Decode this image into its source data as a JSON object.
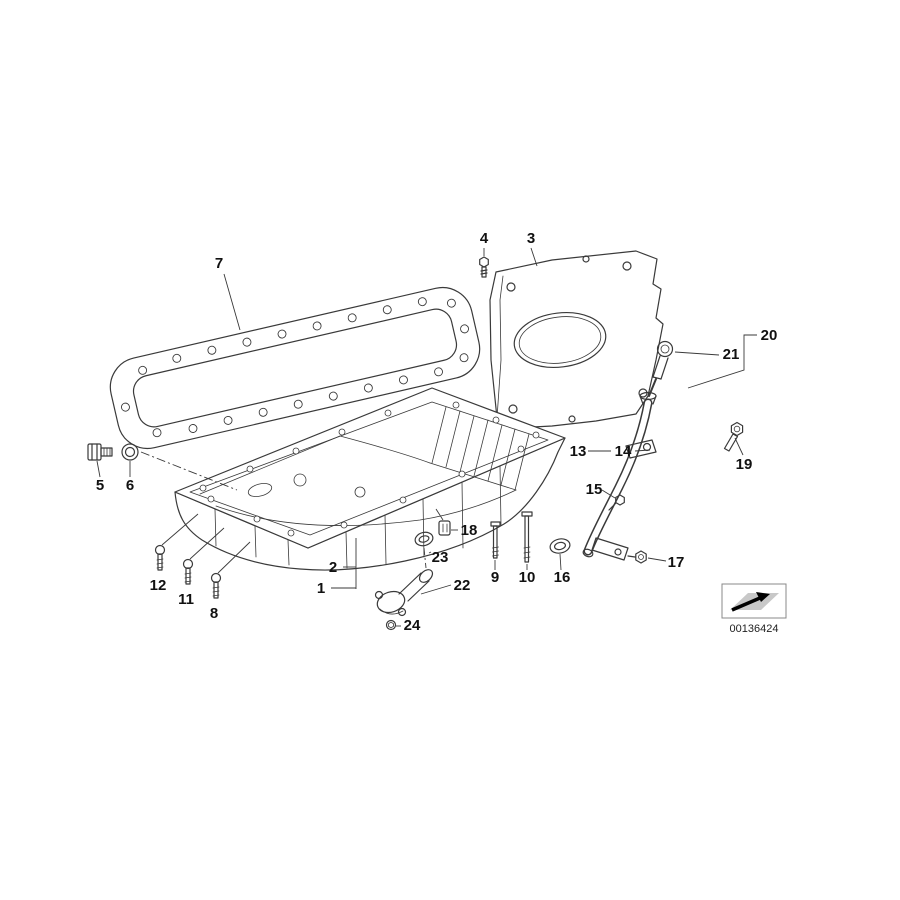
{
  "diagram": {
    "kind": "exploded-parts-diagram",
    "subject": "oil pan, gasket and oil level dipstick assembly"
  },
  "colors": {
    "line": "#3a3a3a",
    "label": "#111111",
    "stamp_gray": "#c8c8c8",
    "stamp_arrow": "#000000",
    "background": "#ffffff"
  },
  "callouts": {
    "c1": "1",
    "c2": "2",
    "c3": "3",
    "c4": "4",
    "c5": "5",
    "c6": "6",
    "c7": "7",
    "c8": "8",
    "c9": "9",
    "c10": "10",
    "c11": "11",
    "c12": "12",
    "c13": "13",
    "c14": "14",
    "c15": "15",
    "c16": "16",
    "c17": "17",
    "c18": "18",
    "c19": "19",
    "c20": "20",
    "c21": "21",
    "c22": "22",
    "c23": "23",
    "c24": "24"
  },
  "footer": {
    "drawing_number": "00136424"
  },
  "icons": {
    "stamp": "direction-arrow-icon"
  }
}
